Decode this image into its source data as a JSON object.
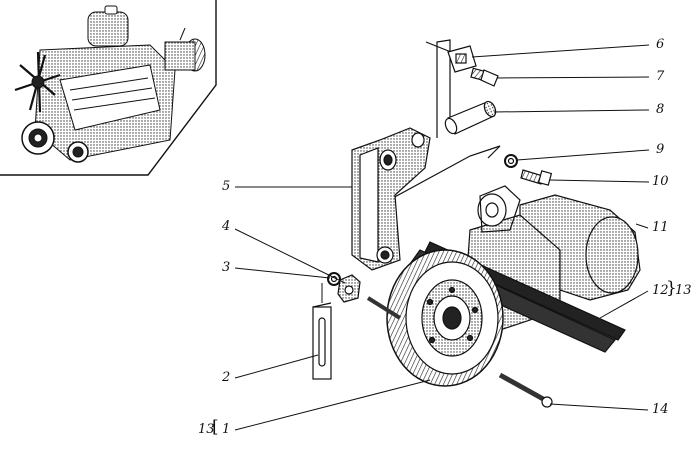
{
  "callouts": {
    "c1": "1",
    "c2": "2",
    "c3": "3",
    "c4": "4",
    "c5": "5",
    "c6": "6",
    "c7": "7",
    "c8": "8",
    "c9": "9",
    "c10": "10",
    "c11": "11",
    "c12": "12",
    "c13_right": "13",
    "c13_left": "13",
    "c14": "14"
  },
  "colors": {
    "ink": "#111111",
    "shade": "#555555",
    "paper": "#ffffff"
  },
  "icons": [
    "engine-overview-illustration",
    "compressor-assembly-illustration"
  ]
}
